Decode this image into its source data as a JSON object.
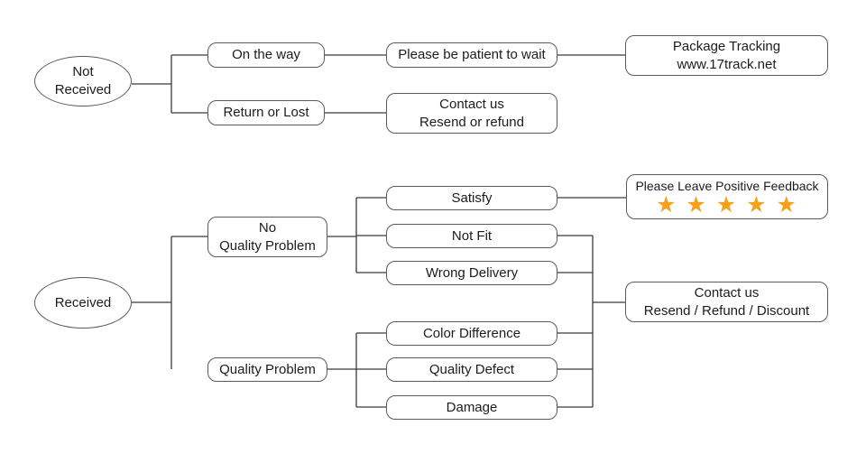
{
  "flowchart": {
    "colors": {
      "star_color": "#F5A11C",
      "line_color": "#3a3a3a",
      "box_border": "#5a5a5a"
    },
    "not_received": {
      "label": "Not\nReceived"
    },
    "on_the_way": {
      "label": "On the way"
    },
    "be_patient": {
      "label": "Please be patient to wait"
    },
    "package_tracking": {
      "line1": "Package Tracking",
      "line2": "www.17track.net"
    },
    "return_or_lost": {
      "label": "Return or Lost"
    },
    "contact_resend_refund": {
      "line1": "Contact us",
      "line2": "Resend or refund"
    },
    "received": {
      "label": "Received"
    },
    "no_quality_problem": {
      "line1": "No",
      "line2": "Quality Problem"
    },
    "quality_problem": {
      "label": "Quality Problem"
    },
    "satisfy": {
      "label": "Satisfy"
    },
    "not_fit": {
      "label": "Not Fit"
    },
    "wrong_delivery": {
      "label": "Wrong Delivery"
    },
    "color_difference": {
      "label": "Color Difference"
    },
    "quality_defect": {
      "label": "Quality Defect"
    },
    "damage": {
      "label": "Damage"
    },
    "positive_feedback": {
      "label": "Please Leave Positive Feedback",
      "stars": "★ ★ ★ ★ ★",
      "star_count": 5
    },
    "contact_resend_refund_discount": {
      "line1": "Contact us",
      "line2": "Resend / Refund / Discount"
    }
  }
}
